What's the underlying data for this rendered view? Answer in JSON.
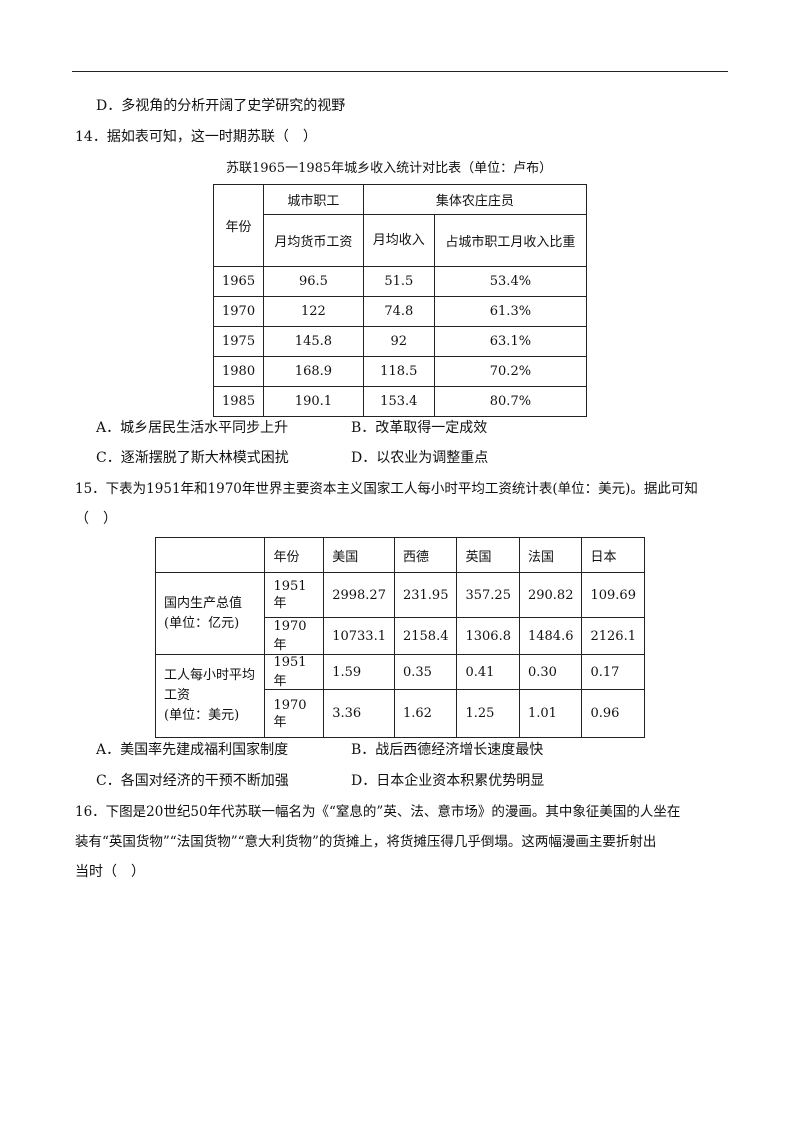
{
  "line_d_prev": "D．多视角的分析开阔了史学研究的视野",
  "q14": {
    "stem": "14．据如表可知，这一时期苏联（　）",
    "caption": "苏联1965一1985年城乡收入统计对比表（单位：卢布）",
    "table": {
      "year_header": "年份",
      "group_city": "城市职工",
      "group_farm": "集体农庄庄员",
      "sub_city_wage": "月均货币工资",
      "sub_farm_income": "月均收入",
      "sub_ratio": "占城市职工月收入比重",
      "rows": [
        {
          "year": "1965",
          "city": "96.5",
          "farm": "51.5",
          "ratio": "53.4%"
        },
        {
          "year": "1970",
          "city": "122",
          "farm": "74.8",
          "ratio": "61.3%"
        },
        {
          "year": "1975",
          "city": "145.8",
          "farm": "92",
          "ratio": "63.1%"
        },
        {
          "year": "1980",
          "city": "168.9",
          "farm": "118.5",
          "ratio": "70.2%"
        },
        {
          "year": "1985",
          "city": "190.1",
          "farm": "153.4",
          "ratio": "80.7%"
        }
      ]
    },
    "options": {
      "a": "A．城乡居民生活水平同步上升",
      "b": "B．改革取得一定成效",
      "c": "C．逐渐摆脱了斯大林模式困扰",
      "d": "D．以农业为调整重点"
    }
  },
  "q15": {
    "stem_line1": "15．下表为1951年和1970年世界主要资本主义国家工人每小时平均工资统计表(单位：美元)。据此可知",
    "stem_line2": "（　）",
    "table": {
      "year_header": "年份",
      "countries": [
        "美国",
        "西德",
        "英国",
        "法国",
        "日本"
      ],
      "gdp_label_1": "国内生产总值",
      "gdp_label_2": "(单位：亿元)",
      "wage_label_1": "工人每小时平均工资",
      "wage_label_2": "(单位：美元)",
      "gdp_1951_year_a": "1951",
      "gdp_1951_year_b": "年",
      "gdp_1951": [
        "2998.27",
        "231.95",
        "357.25",
        "290.82",
        "109.69"
      ],
      "gdp_1970_year": "1970 年",
      "gdp_1970": [
        "10733.1",
        "2158.4",
        "1306.8",
        "1484.6",
        "2126.1"
      ],
      "wage_1951_year": "1951 年",
      "wage_1951": [
        "1.59",
        "0.35",
        "0.41",
        "0.30",
        "0.17"
      ],
      "wage_1970_year_a": "1970",
      "wage_1970_year_b": "年",
      "wage_1970": [
        "3.36",
        "1.62",
        "1.25",
        "1.01",
        "0.96"
      ]
    },
    "options": {
      "a": "A．美国率先建成福利国家制度",
      "b": "B．战后西德经济增长速度最快",
      "c": "C．各国对经济的干预不断加强",
      "d": "D．日本企业资本积累优势明显"
    }
  },
  "q16": {
    "line1": "16．下图是20世纪50年代苏联一幅名为《“窒息的”英、法、意市场》的漫画。其中象征美国的人坐在",
    "line2": "装有“英国货物”“法国货物”“意大利货物”的货摊上，将货摊压得几乎倒塌。这两幅漫画主要折射出",
    "line3": "当时（　）"
  }
}
